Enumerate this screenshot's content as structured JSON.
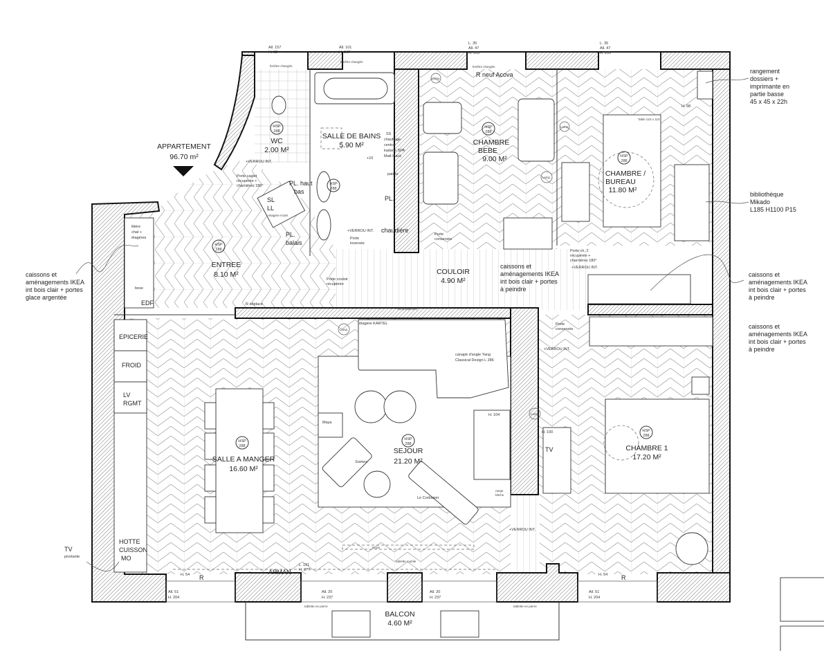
{
  "apartment": {
    "title": "APPARTEMENT",
    "area": "96.70 m²"
  },
  "rooms": {
    "wc": {
      "name": "WC",
      "area": "2.00 M²"
    },
    "sdb": {
      "name": "SALLE DE BAINS",
      "area": "5.90 M²"
    },
    "bebe": {
      "name1": "CHAMBRE",
      "name2": "BEBE",
      "area": "9.00 M²"
    },
    "bureau": {
      "name1": "CHAMBRE /",
      "name2": "BUREAU",
      "area": "11.80 M²"
    },
    "entree": {
      "name": "ENTREE",
      "area": "8.10 M²"
    },
    "couloir": {
      "name": "COULOIR",
      "area": "4.90 M²"
    },
    "sam": {
      "name": "SALLE A MANGER",
      "area": "16.60 M²"
    },
    "sejour": {
      "name": "SEJOUR",
      "area": "21.20 M²"
    },
    "chambre1": {
      "name": "CHAMBRE 1",
      "area": "17.20 M²"
    },
    "balcon": {
      "name": "BALCON",
      "area": "4.60 M²"
    }
  },
  "hsp": {
    "label": "HSP",
    "value": "288"
  },
  "windows": {
    "w1": [
      "All. 157",
      "H. 92"
    ],
    "w2": [
      "All. 101",
      "H. 167"
    ],
    "w3": [
      "L. 35",
      "All. 47",
      "H. 203"
    ],
    "w4": [
      "L. 35",
      "All. 47",
      "H. 203"
    ],
    "b1": [
      "All. 51",
      "H. 204"
    ],
    "b2": [
      "All. 20",
      "H. 237"
    ],
    "b3": [
      "All. 20",
      "H. 237"
    ],
    "b4": [
      "All. 51",
      "H. 204"
    ],
    "changed": "fenêtre changée",
    "sill": "tablette en pierre"
  },
  "labels": {
    "verrou": "+VERROU INT.",
    "sdb_radiator": [
      "SS",
      "chauffage",
      "central",
      "kadane SPA",
      "Matt black"
    ],
    "plus10": "+10",
    "patere": "patère",
    "pl_haut": [
      "PL. haut",
      "bas"
    ],
    "sl": [
      "SL",
      "LL",
      "+étagère H168"
    ],
    "pl_balais": [
      "PL.",
      "balais"
    ],
    "pl": "PL.",
    "chaudiere": "chaudière",
    "porte_inversee": [
      "Porte",
      "inversée"
    ],
    "porte_caglet": [
      "Porte caglet",
      "récupérée +",
      "charnières 180°"
    ],
    "litiere": [
      "litière",
      "chat +",
      "étagères"
    ],
    "boxe": "boxe",
    "edf": "EDF",
    "porte_couloir": [
      "Porte couloir",
      "récupérée"
    ],
    "r_deplace": "R déplacé",
    "r_neuf": "R neuf Acova",
    "porte_conservee": [
      "Porte",
      "conservée"
    ],
    "porte_ch2": [
      "Porte ch. 2",
      "récupérée +",
      "charnières 180°"
    ],
    "ikea_couloir": [
      "caissons et",
      "aménagements IKEA",
      "int bois clair + portes",
      "à peindre"
    ],
    "table_bureau": "Table 215 x 110",
    "h98": "H. 98",
    "etagere_kartel": "étagère KARTEL",
    "retroprojecteur": "rétroprojecteur",
    "canape": [
      "canapé d'angle Yang",
      "Classical Design L 286"
    ],
    "maya": "Maya",
    "eames": "Eames",
    "corbusier": "Le Corbusier",
    "h104": "H. 104",
    "range_bache": [
      "range",
      "bâche"
    ],
    "ecran": "écran",
    "tablette_mobile": "tablette mobile",
    "tv": "TV",
    "h100": "H. 100",
    "epicerie": "EPICERIE",
    "froid": "FROID",
    "lv": [
      "LV",
      "RGMT"
    ],
    "hotte": [
      "HOTTE",
      "CUISSON",
      "MO"
    ],
    "h54": "H. 54",
    "r": "R",
    "arman": "ARMAN",
    "l191": [
      "L. 191",
      "H. 2??"
    ],
    "lamp": "Lamp."
  },
  "notes": {
    "left": [
      "caissons et",
      "aménagements IKEA",
      "int bois clair  + portes",
      "glace argentée"
    ],
    "tv": [
      "TV",
      "pivotante"
    ],
    "rangement": [
      "rangement",
      "dossiers +",
      "imprimante en",
      "partie basse",
      "45 x 45 x 22h"
    ],
    "biblio": [
      "bibliothèque",
      "Mikado",
      "L185 H1100 P15"
    ],
    "ikea1": [
      "caissons et",
      "aménagements IKEA",
      "int bois clair + portes",
      "à peindre"
    ],
    "ikea2": [
      "caissons et",
      "aménagements IKEA",
      "int bois clair + portes",
      "à peindre"
    ]
  }
}
